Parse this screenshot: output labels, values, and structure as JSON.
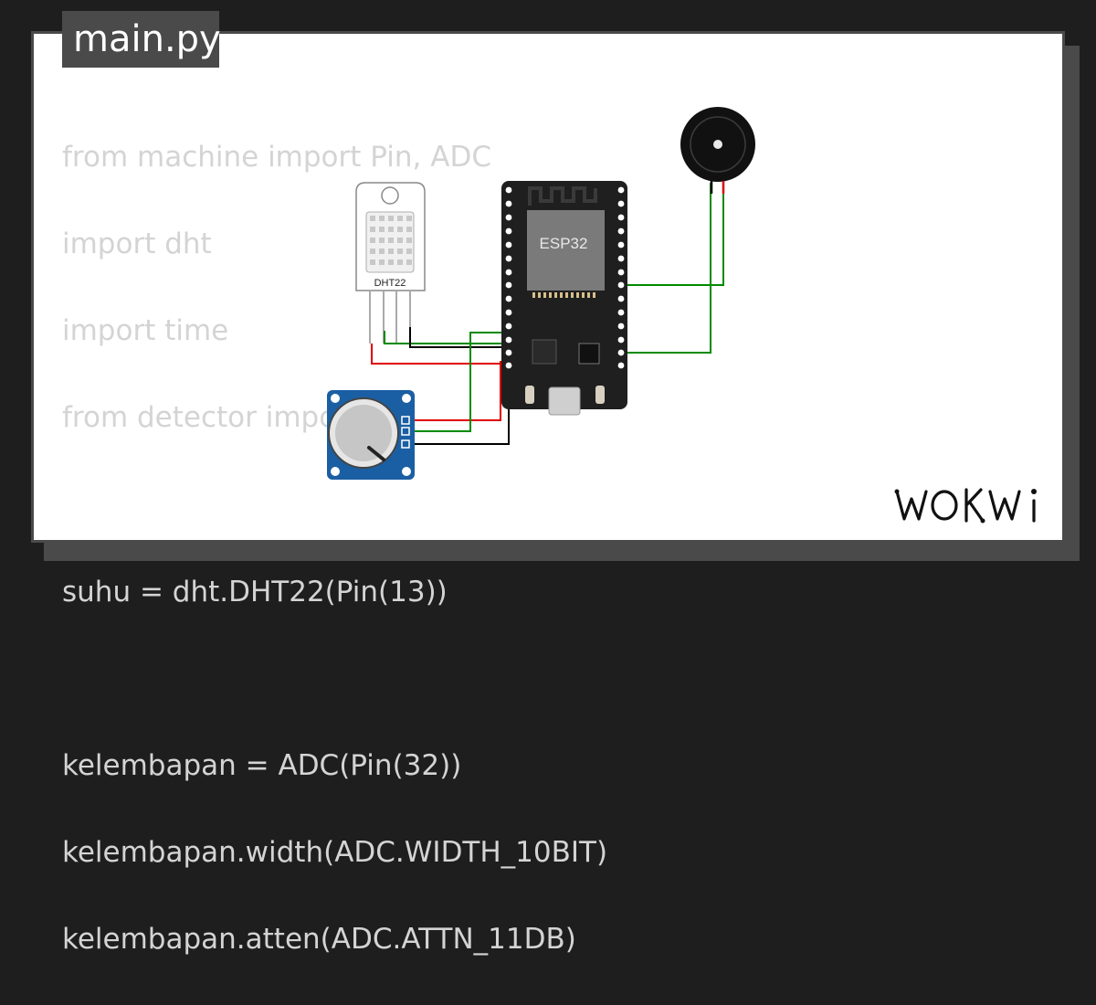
{
  "file_tab": {
    "label": "main.py"
  },
  "code_lines": [
    "from machine import Pin, ADC",
    "import dht",
    "import time",
    "from detector import *",
    "",
    "suhu = dht.DHT22(Pin(13))",
    "",
    "kelembapan = ADC(Pin(32))",
    "kelembapan.width(ADC.WIDTH_10BIT)",
    "kelembapan.atten(ADC.ATTN_11DB)"
  ],
  "components": {
    "dht_label": "DHT22",
    "esp_label": "ESP32"
  },
  "colors": {
    "wire_red": "#e00000",
    "wire_green": "#008a00",
    "wire_black": "#000000",
    "board": "#1f1f1f",
    "pot_board": "#1a5fa3"
  },
  "brand": {
    "logo": "WOKWi"
  }
}
